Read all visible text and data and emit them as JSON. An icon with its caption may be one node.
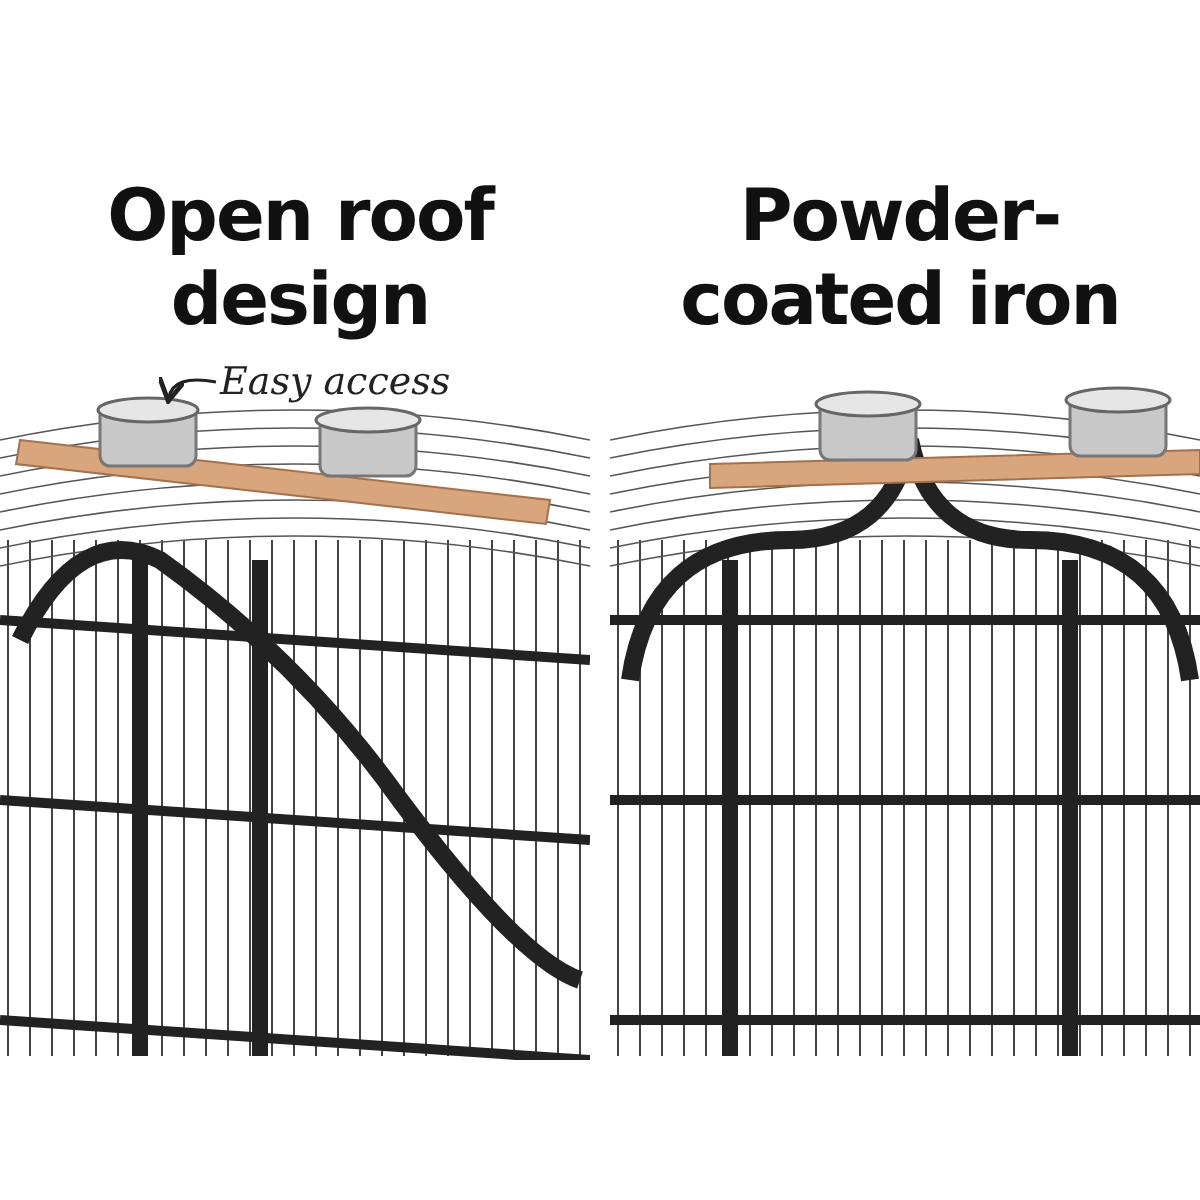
{
  "diagram": {
    "nodes": [
      {
        "text": [
          "Easy access"
        ]
      },
      {
        "text": [],
        "shape": "cylinder"
      }
    ],
    "edges": [
      {
        "from": 0,
        "to": 1,
        "arrow": "to"
      }
    ],
    "labels": [
      "Open roof design",
      "Powder-coated iron"
    ]
  }
}
